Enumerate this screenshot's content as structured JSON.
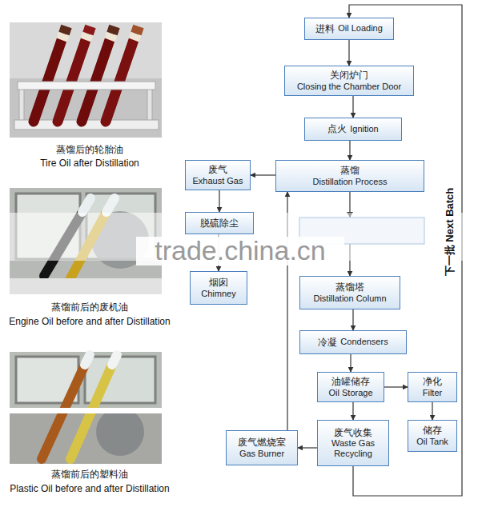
{
  "diagram": {
    "nodes": [
      {
        "text": [
          "进料",
          "Oil Loading"
        ]
      },
      {
        "text": [
          "关闭炉门",
          "Closing the Chamber Door"
        ]
      },
      {
        "text": [
          "点火",
          "Ignition"
        ]
      },
      {
        "text": [
          "废气",
          "Exhaust Gas"
        ]
      },
      {
        "text": [
          "蒸馏",
          "Distillation Process"
        ]
      },
      {
        "text": [
          "脱硫除尘"
        ]
      },
      {
        "text": [
          "烟囱",
          "Chimney"
        ]
      },
      {
        "text": [
          "蒸馏塔",
          "Distillation Column"
        ]
      },
      {
        "text": [
          "冷凝",
          "Condensers"
        ]
      },
      {
        "text": [
          "油罐储存",
          "Oil Storage"
        ]
      },
      {
        "text": [
          "净化",
          "Filter"
        ]
      },
      {
        "text": [
          "废气收集",
          "Waste Gas Recycling"
        ]
      },
      {
        "text": [
          "储存",
          "Oil Tank"
        ]
      },
      {
        "text": [
          "废气燃烧室",
          "Gas Burner"
        ]
      }
    ],
    "edges": [
      {
        "from": 0,
        "to": 1,
        "arrow": "to"
      },
      {
        "from": 1,
        "to": 2,
        "arrow": "to"
      },
      {
        "from": 2,
        "to": 4,
        "arrow": "to"
      },
      {
        "from": 4,
        "to": 3,
        "arrow": "to"
      },
      {
        "from": 3,
        "to": 5,
        "arrow": "to"
      },
      {
        "from": 5,
        "to": 6,
        "arrow": "to"
      },
      {
        "from": 4,
        "to": 7,
        "arrow": "to"
      },
      {
        "from": 7,
        "to": 8,
        "arrow": "to"
      },
      {
        "from": 8,
        "to": 9,
        "arrow": "to"
      },
      {
        "from": 9,
        "to": 10,
        "arrow": "to"
      },
      {
        "from": 10,
        "to": 12,
        "arrow": "to"
      },
      {
        "from": 9,
        "to": 11,
        "arrow": "to"
      },
      {
        "from": 11,
        "to": 13,
        "arrow": "to"
      },
      {
        "from": 13,
        "to": 4,
        "arrow": "to"
      },
      {
        "from": 11,
        "to": 0,
        "label": "下一批 Next Batch",
        "arrow": "to"
      }
    ],
    "labels": [
      "蒸馏后的轮胎油",
      "Tire Oil after Distillation",
      "蒸馏前后的废机油",
      "Engine Oil before and after Distillation",
      "蒸馏前后的塑料油",
      "Plastic Oil before and after Distillation",
      "trade.china.cn"
    ]
  }
}
